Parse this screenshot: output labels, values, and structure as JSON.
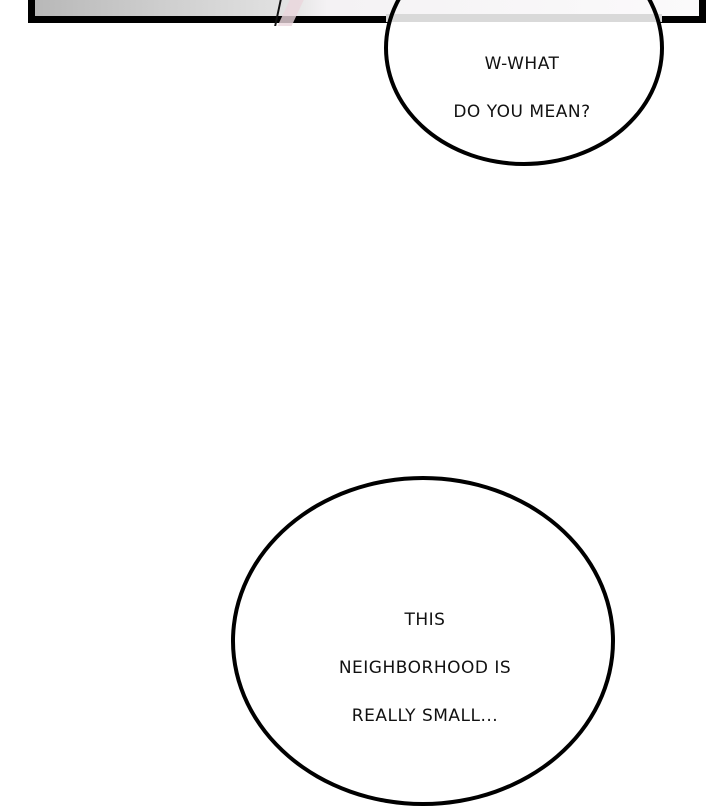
{
  "panel": {
    "description": "Top comic panel bottom edge with gray gradient artwork"
  },
  "bubbles": [
    {
      "lines": [
        "W-WHAT",
        "DO YOU MEAN?"
      ]
    },
    {
      "lines": [
        "THIS",
        "NEIGHBORHOOD IS",
        "REALLY SMALL..."
      ]
    }
  ],
  "colors": {
    "border": "#000000",
    "background": "#ffffff",
    "panel_gray": "#cfcfcf",
    "accent_pink": "#ead6dc"
  }
}
